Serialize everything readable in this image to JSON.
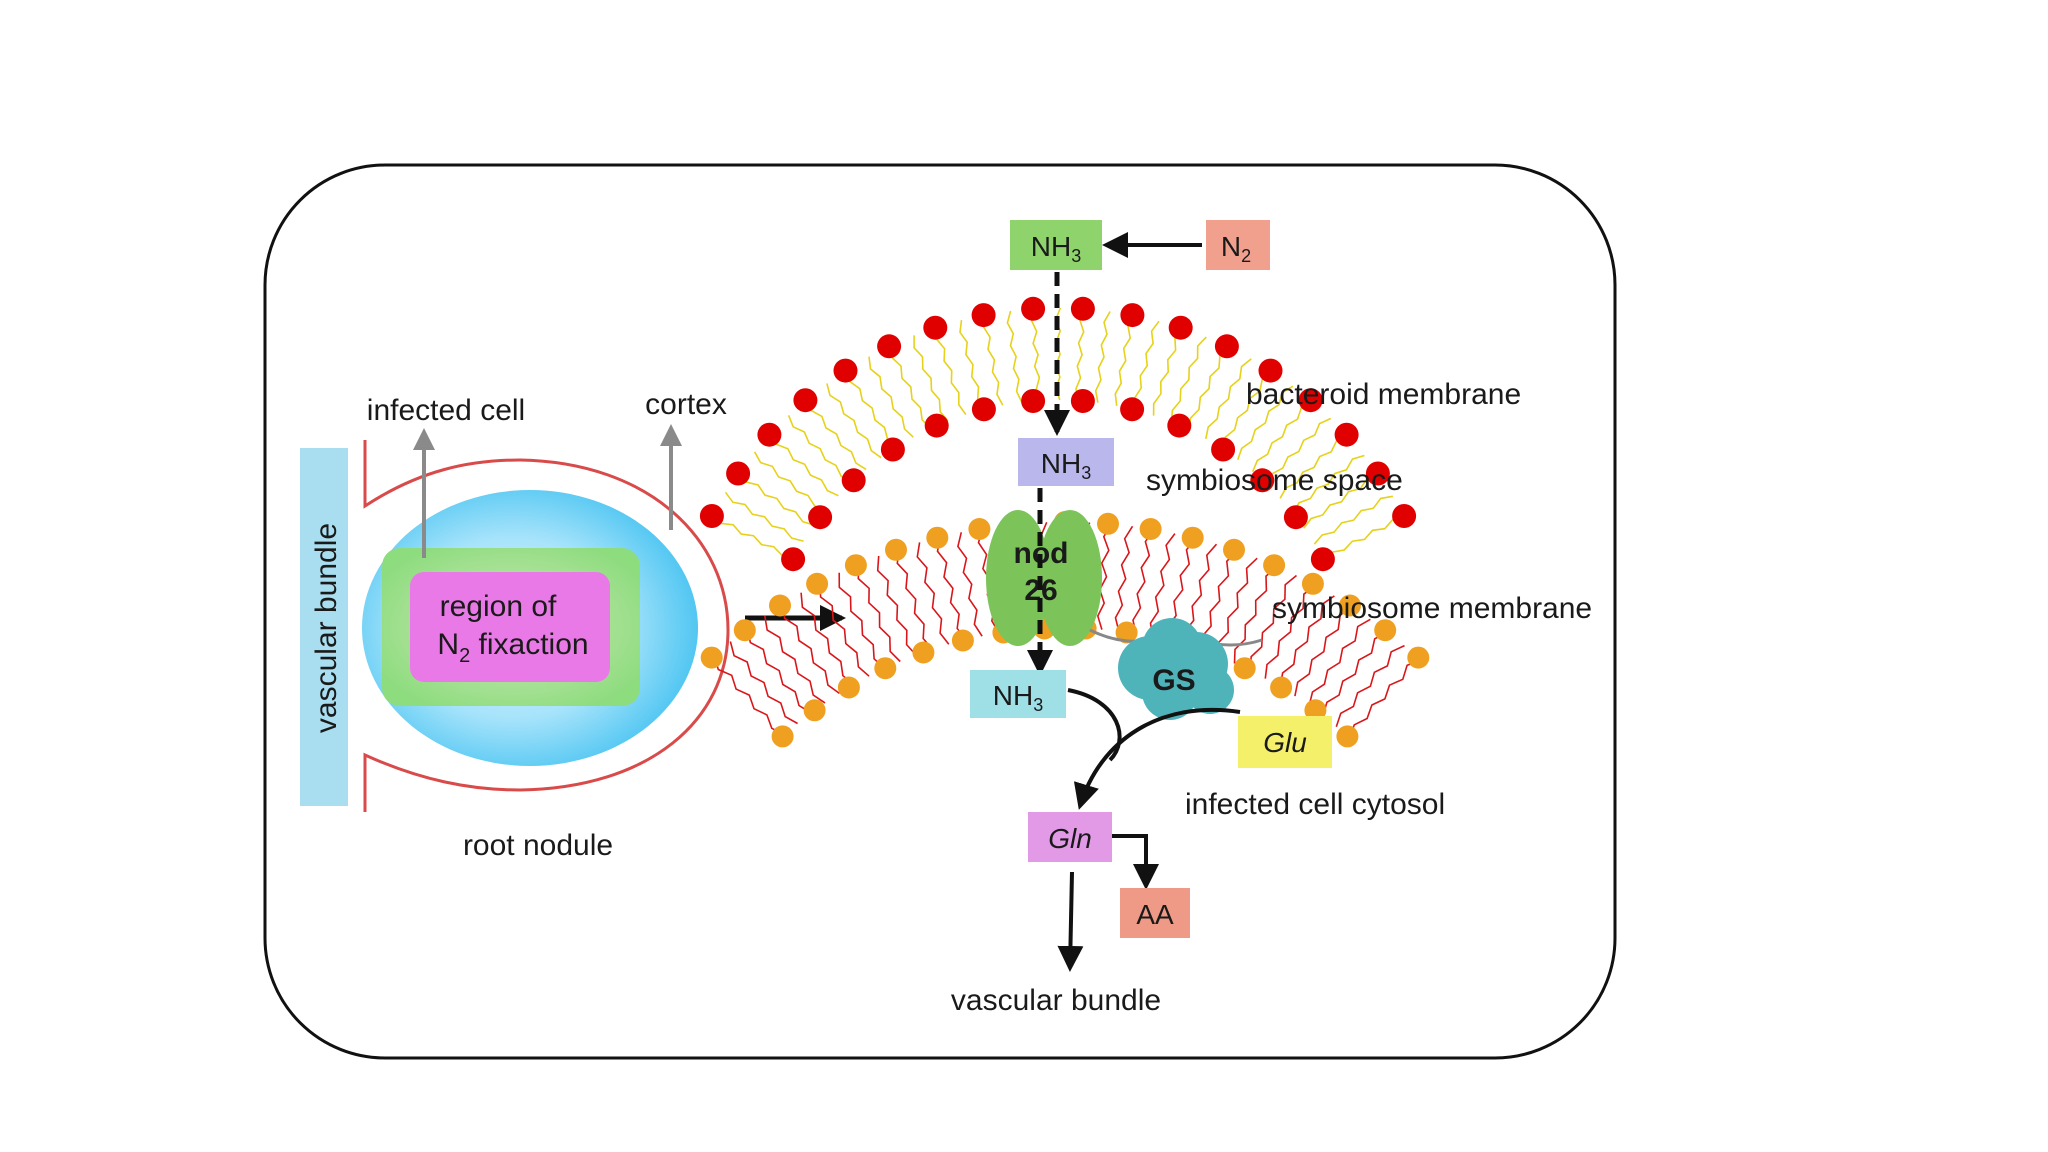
{
  "nodule": {
    "vascular_bundle_label": "vascular bundle",
    "infected_cell_label": "infected cell",
    "cortex_label": "cortex",
    "root_nodule_label": "root nodule",
    "region_line1": "region of",
    "region_line2_main": "N",
    "region_line2_sub": "2",
    "region_line2_rest": " fixaction"
  },
  "pathway": {
    "nh3_top": {
      "main": "NH",
      "sub": "3"
    },
    "n2": {
      "main": "N",
      "sub": "2"
    },
    "bacteroid_membrane_label": "bacteroid membrane",
    "nh3_mid": {
      "main": "NH",
      "sub": "3"
    },
    "symbiosome_space_label": "symbiosome space",
    "nod_line1": "nod",
    "nod_line2": "26",
    "symbiosome_membrane_label": "symbiosome membrane",
    "gs_label": "GS",
    "nh3_bottom": {
      "main": "NH",
      "sub": "3"
    },
    "glu_label": "Glu",
    "cytosol_label": "infected cell cytosol",
    "gln_label": "Gln",
    "aa_label": "AA",
    "vascular_bundle_label": "vascular bundle"
  },
  "colors": {
    "nh3_top_fill": "#8ed36b",
    "n2_fill": "#f2a08e",
    "nh3_mid_fill": "#b9b7ec",
    "nh3_bottom_fill": "#9fe0e6",
    "glu_fill": "#f4f06a",
    "gln_fill": "#e29ae6",
    "aa_fill": "#ef9a86",
    "bacteroid_heads": "#e00000",
    "symbiosome_heads": "#f0a020",
    "nod_fill": "#7cc35a",
    "gs_fill": "#4fb3ba",
    "region_fill": "#e879e6",
    "cell_fill": "#8ddc7e",
    "nodule_fill": "#49c6f2"
  }
}
